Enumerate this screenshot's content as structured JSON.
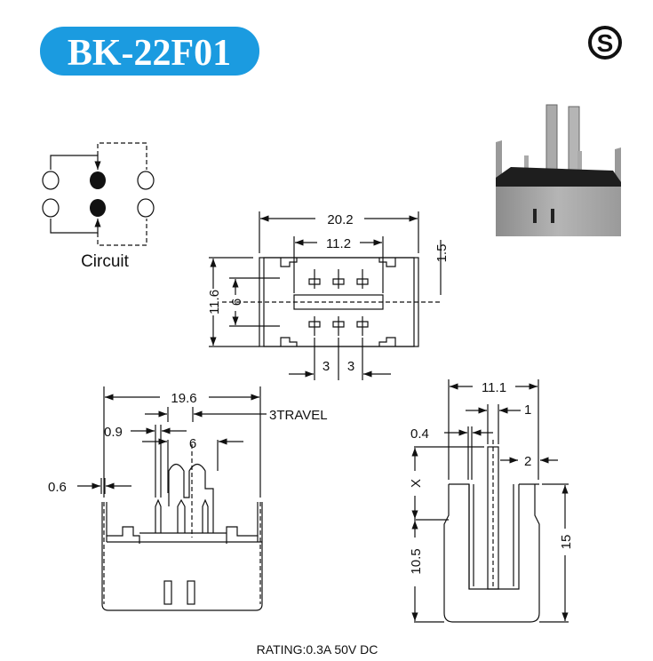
{
  "title": "BK-22F01",
  "logo_letter": "S",
  "colors": {
    "badge": "#1b9be0",
    "badge_text": "#ffffff",
    "ink": "#111111"
  },
  "circuit": {
    "label": "Circuit"
  },
  "top_view": {
    "width": "20.2",
    "inner_width": "11.2",
    "height": "11.6",
    "inner_height": "6",
    "edge": "1.5",
    "pitch_a": "3",
    "pitch_b": "3"
  },
  "front_view": {
    "width": "19.6",
    "travel": "3TRAVEL",
    "pin_width": "0.9",
    "actuator": "6",
    "wall": "0.6"
  },
  "side_view": {
    "width": "11.1",
    "actuator": "1",
    "pin": "0.4",
    "offset": "2",
    "x_label": "X",
    "body_height": "10.5",
    "total_height": "15"
  },
  "rating": "RATING:0.3A 50V DC"
}
